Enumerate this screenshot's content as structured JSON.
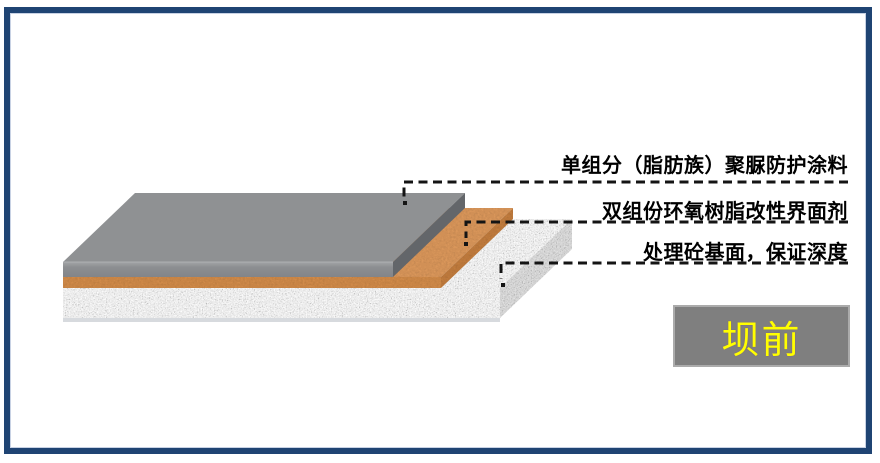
{
  "diagram": {
    "labels": [
      {
        "text": "单组分（脂肪族）聚脲防护涂料"
      },
      {
        "text": "双组份环氧树脂改性界面剂"
      },
      {
        "text": "处理砼基面，保证深度"
      }
    ],
    "badge": {
      "text": "坝前"
    }
  },
  "colors": {
    "frame_border": "#1f4473",
    "coating_top": "#8f9193",
    "coating_side": "#63666a",
    "interface_top": "#d9965a",
    "interface_front": "#d08a48",
    "interface_side": "#c17c3e",
    "concrete_tint": "#e6e6e6",
    "leader": "#141414",
    "label_text": "#000000",
    "badge_bg": "#7f7f7f",
    "badge_text": "#ffff00"
  }
}
